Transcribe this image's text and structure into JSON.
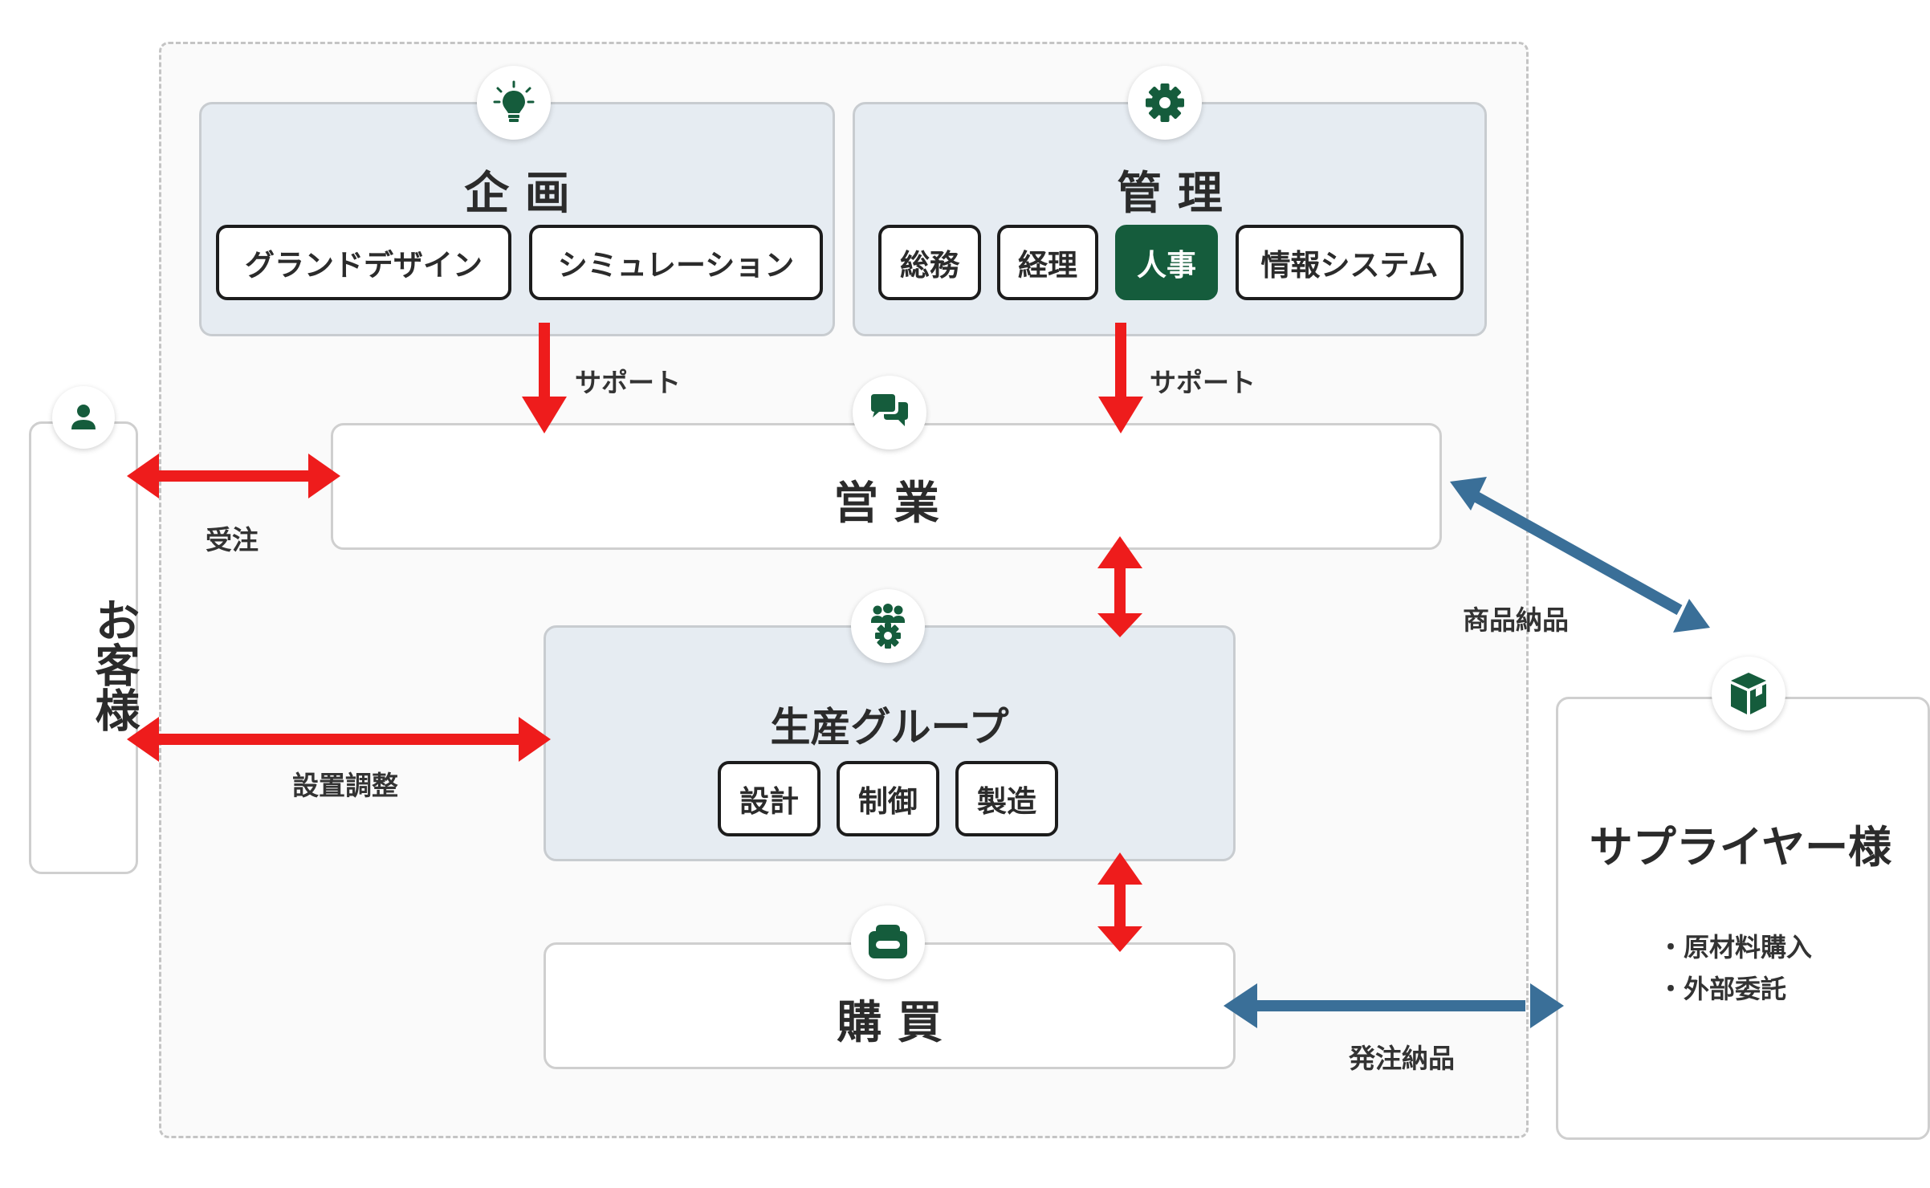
{
  "colors": {
    "accent_green": "#155c3c",
    "arrow_red": "#ee1c1c",
    "arrow_blue": "#3a6f98",
    "box_blue": "#e6ecf2"
  },
  "planning": {
    "title": "企 画",
    "icon": "lightbulb-icon",
    "items": [
      "グランドデザイン",
      "シミュレーション"
    ]
  },
  "management": {
    "title": "管 理",
    "icon": "gear-icon",
    "items": [
      "総務",
      "経理",
      "人事",
      "情報システム"
    ],
    "active_item": "人事"
  },
  "sales": {
    "title": "営 業",
    "icon": "chat-bubbles-icon"
  },
  "production": {
    "title": "生産グループ",
    "icon": "team-gear-icon",
    "items": [
      "設計",
      "制御",
      "製造"
    ]
  },
  "purchasing": {
    "title": "購 買",
    "icon": "wallet-icon"
  },
  "customer": {
    "title": "お客様",
    "icon": "user-icon"
  },
  "supplier": {
    "title": "サプライヤー様",
    "icon": "package-icon",
    "items": [
      "・原材料購入",
      "・外部委託"
    ]
  },
  "flows": {
    "support_left": "サポート",
    "support_right": "サポート",
    "order": "受注",
    "installation": "設置調整",
    "goods_delivery": "商品納品",
    "order_delivery": "発注納品"
  }
}
